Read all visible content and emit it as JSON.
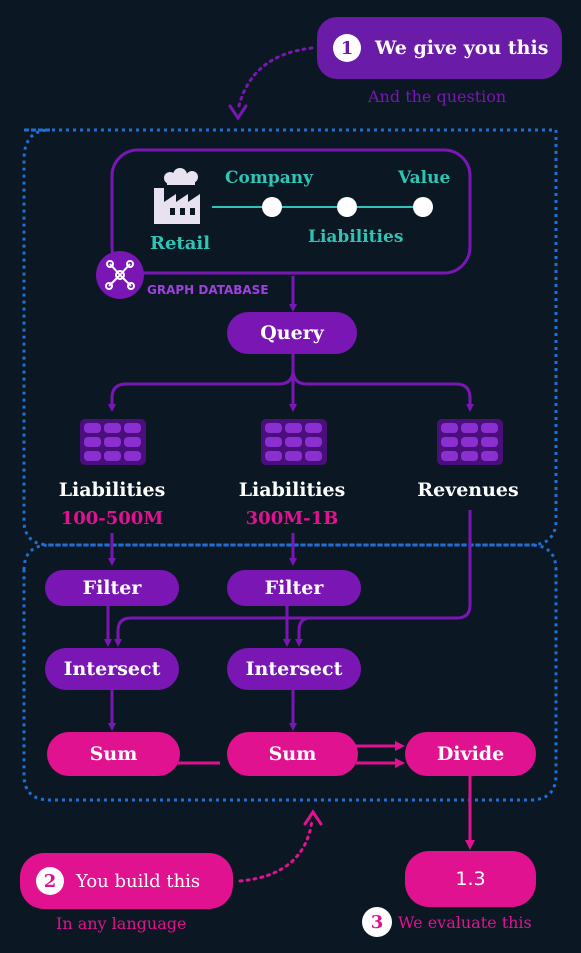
{
  "steps": {
    "one": {
      "number": "1",
      "label": "We give you this",
      "sub": "And the question"
    },
    "two": {
      "number": "2",
      "label": "You build this",
      "sub": "In any language"
    },
    "three": {
      "number": "3",
      "label": "We evaluate this"
    }
  },
  "graph": {
    "node_retail": "Retail",
    "node_company": "Company",
    "node_liabilities": "Liabilities",
    "node_value": "Value",
    "badge": "GRAPH DATABASE"
  },
  "query": {
    "label": "Query"
  },
  "tables": [
    {
      "name": "Liabilities",
      "range": "100-500M"
    },
    {
      "name": "Liabilities",
      "range": "300M-1B"
    },
    {
      "name": "Revenues",
      "range": ""
    }
  ],
  "ops": {
    "filter1": "Filter",
    "filter2": "Filter",
    "intersect1": "Intersect",
    "intersect2": "Intersect",
    "sum1": "Sum",
    "sum2": "Sum",
    "divide": "Divide"
  },
  "result": {
    "value": "1.3"
  },
  "colors": {
    "background": "#0b1823",
    "purple": "#7a16b4",
    "magenta": "#e0128f",
    "teal": "#2ec4b6",
    "dotted_blue": "#1f6fd6"
  }
}
